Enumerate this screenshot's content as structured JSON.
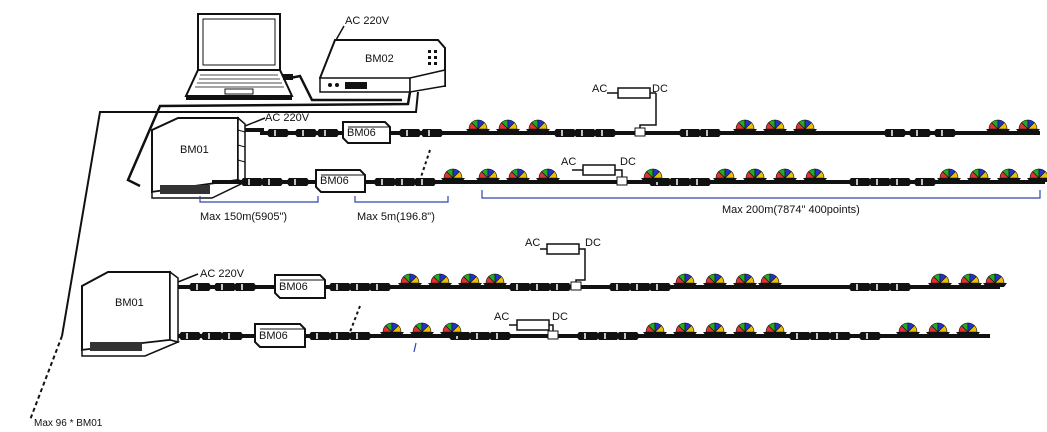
{
  "labels": {
    "laptop_power": "AC 220V",
    "bm02": "BM02",
    "bm01_top": "BM01",
    "bm01_top_power": "AC 220V",
    "bm06": "BM06",
    "bm01_bottom": "BM01",
    "bm01_bottom_power": "AC 220V",
    "ac": "AC",
    "dc": "DC",
    "max_150": "Max 150m(5905\")",
    "max_5": "Max 5m(196.8\")",
    "max_200": "Max 200m(7874\"    400points)",
    "max_96": "Max 96 * BM01"
  },
  "colors": {
    "line": "#111111",
    "dimension": "#3344aa",
    "pixel_node": [
      "#d33",
      "#2a2",
      "#23c",
      "#e9c000"
    ]
  }
}
